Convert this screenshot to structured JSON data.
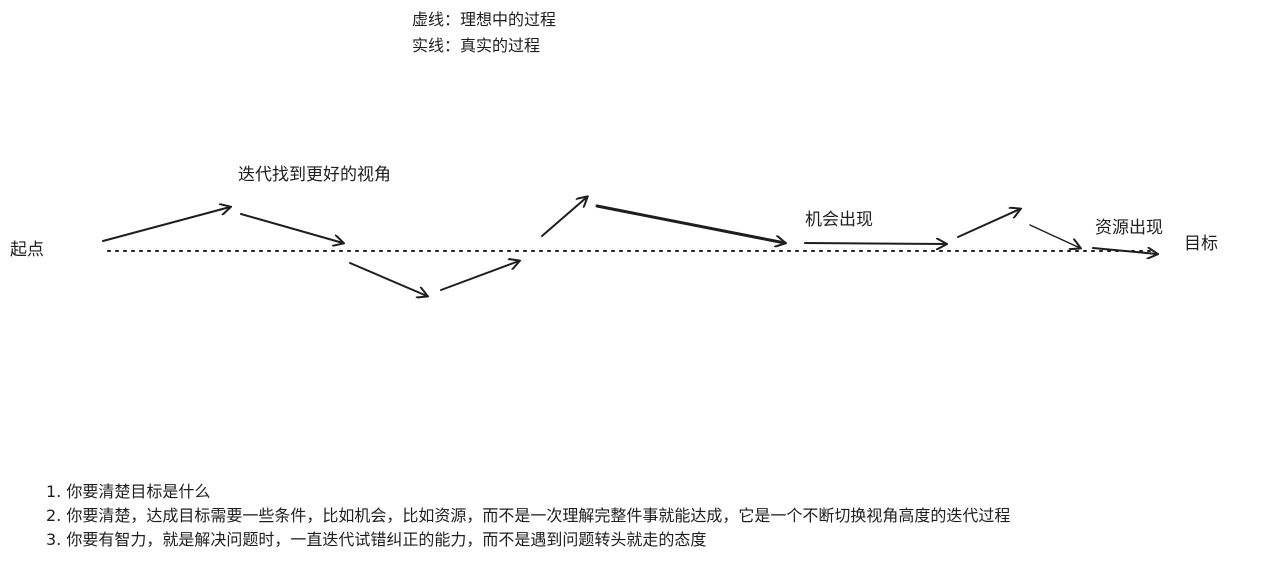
{
  "legend": {
    "dashed": "虚线：理想中的过程",
    "solid": "实线：真实的过程"
  },
  "labels": {
    "start": "起点",
    "goal": "目标",
    "iterate": "迭代找到更好的视角",
    "opportunity": "机会出现",
    "resources": "资源出现"
  },
  "notes": [
    "1. 你要清楚目标是什么",
    "2. 你要清楚，达成目标需要一些条件，比如机会，比如资源，而不是一次理解完整件事就能达成，它是一个不断切换视角高度的迭代过程",
    "3. 你要有智力，就是解决问题时，一直迭代试错纠正的能力，而不是遇到问题转头就走的态度"
  ],
  "colors": {
    "ink": "#1e1e1e",
    "background": "#ffffff"
  }
}
